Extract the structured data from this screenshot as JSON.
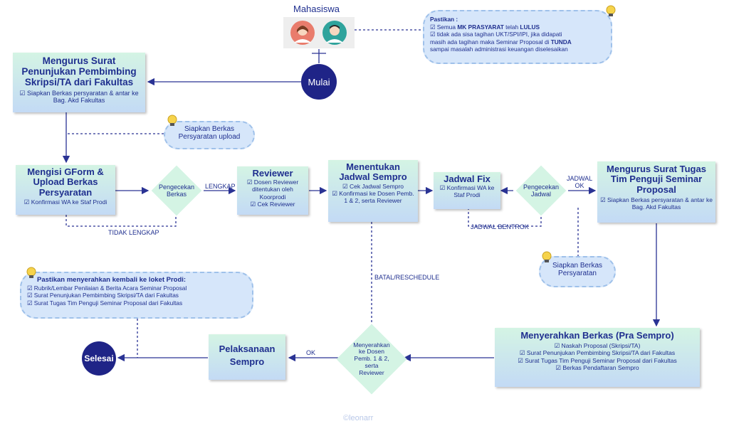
{
  "actor": {
    "label": "Mahasiswa"
  },
  "note_top": {
    "title": "Pastikan :",
    "line1_pre": "☑ Semua ",
    "line1_bold1": "MK PRASYARAT",
    "line1_mid": " telah ",
    "line1_bold2": "LULUS",
    "line2": "☑  tidak ada sisa tagihan UKT/SPI/IPI, jika didapati",
    "line3_pre": "masih ada tagihan maka Seminar Proposal di ",
    "line3_bold": "TUNDA",
    "line4": "sampai masalah administrasi keuangan diselesaikan"
  },
  "start": {
    "label": "Mulai"
  },
  "end": {
    "label": "Selesai"
  },
  "steps": {
    "surat_pembimbing": {
      "title": "Mengurus Surat Penunjukan Pembimbing Skripsi/TA dari Fakultas",
      "desc": "☑ Siapkan Berkas persyaratan & antar ke Bag. Akd Fakultas"
    },
    "gform": {
      "title": "Mengisi GForm & Upload Berkas Persyaratan",
      "desc": "☑ Konfirmasi WA ke Staf Prodi"
    },
    "reviewer": {
      "title": "Reviewer",
      "desc1": "☑ Dosen Reviewer ditentukan oleh Koorprodi",
      "desc2": "☑ Cek Reviewer"
    },
    "jadwal_sempro": {
      "title": "Menentukan Jadwal Sempro",
      "desc1": "☑ Cek Jadwal Sempro",
      "desc2": "☑ Konfirmasi ke Dosen Pemb. 1 & 2, serta Reviewer"
    },
    "jadwal_fix": {
      "title": "Jadwal Fix",
      "desc": "☑ Konfirmasi WA ke Staf Prodi"
    },
    "surat_penguji": {
      "title": "Mengurus Surat Tugas Tim Penguji Seminar Proposal",
      "desc": "☑ Siapkan Berkas persyaratan & antar ke Bag. Akd Fakultas"
    },
    "menyerahkan": {
      "title": "Menyerahkan Berkas (Pra Sempro)",
      "items": [
        "☑ Naskah Proposal (Skripsi/TA)",
        "☑ Surat Penunjukan Pembimbing Skripsi/TA dari Fakultas",
        "☑ Surat Tugas Tim Penguji Seminar Proposal dari Fakultas",
        "☑ Berkas Pendaftaran Sempro"
      ]
    },
    "pelaksanaan": {
      "title": "Pelaksanaan Sempro"
    }
  },
  "decisions": {
    "cek_berkas": "Pengecekan Berkas",
    "cek_jadwal": "Pengecekan Jadwal",
    "serahkan_dosen": "Menyerahkan ke Dosen Pemb. 1 & 2, serta Reviewer"
  },
  "notes": {
    "upload": "Siapkan Berkas Persyaratan upload",
    "persyaratan": "Siapkan Berkas Persyaratan",
    "loket": {
      "title": "Pastikan menyerahkan kembali ke loket Prodi:",
      "items": [
        "☑ Rubrik/Lembar Penilaian & Berita Acara Seminar Proposal",
        "☑ Surat Penunjukan Pembimbing Skripsi/TA dari Fakultas",
        "☑ Surat Tugas Tim Penguji Seminar Proposal dari Fakultas"
      ]
    }
  },
  "edge_labels": {
    "lengkap": "LENGKAP",
    "tidak_lengkap": "TIDAK LENGKAP",
    "jadwal_ok": "JADWAL OK",
    "jadwal_bentrok": "JADWAL BENTROK",
    "batal": "BATAL/RESCHEDULE",
    "ok": "OK"
  },
  "watermark": "©leonarr",
  "colors": {
    "navy": "#1f2487",
    "box_top": "#d4f4e4",
    "box_bottom": "#c3daf5",
    "cloud": "#d6e6fa"
  }
}
